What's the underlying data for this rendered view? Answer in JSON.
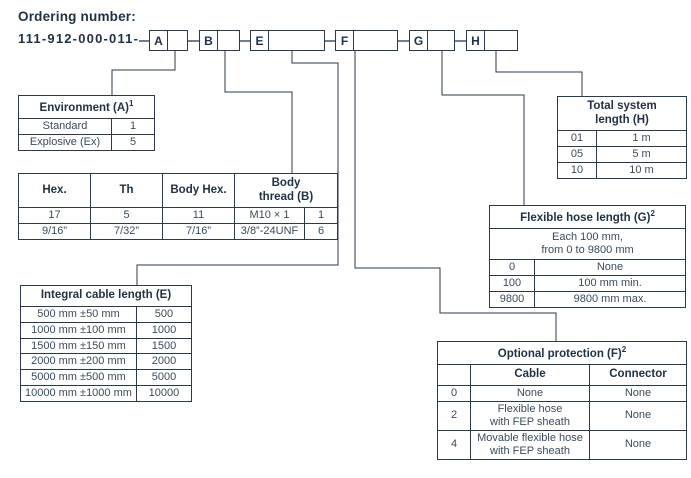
{
  "header": {
    "title": "Ordering number:",
    "code": "111-912-000-011-",
    "boxes": [
      {
        "letter": "A",
        "name": "code-box-a"
      },
      {
        "letter": "B",
        "name": "code-box-b"
      },
      {
        "letter": "E",
        "name": "code-box-e"
      },
      {
        "letter": "F",
        "name": "code-box-f"
      },
      {
        "letter": "G",
        "name": "code-box-g"
      },
      {
        "letter": "H",
        "name": "code-box-h"
      }
    ]
  },
  "environment": {
    "title": "Environment (A)",
    "footnote": "1",
    "rows": [
      {
        "label": "Standard",
        "value": "1"
      },
      {
        "label": "Explosive (Ex)",
        "value": "5"
      }
    ]
  },
  "hex": {
    "headers": [
      "Hex.",
      "Th",
      "Body Hex.",
      "Body thread (B)"
    ],
    "header_body_thread_line1": "Body",
    "header_body_thread_line2": "thread (B)",
    "rows": [
      {
        "hex": "17",
        "th": "5",
        "body_hex": "11",
        "body_thread": "M10 × 1",
        "code": "1"
      },
      {
        "hex": "9/16”",
        "th": "7/32”",
        "body_hex": "7/16”",
        "body_thread": "3/8”-24UNF",
        "code": "6"
      }
    ]
  },
  "cable": {
    "title": "Integral cable length (E)",
    "rows": [
      {
        "label": "500 mm ±50 mm",
        "value": "500"
      },
      {
        "label": "1000 mm ±100 mm",
        "value": "1000"
      },
      {
        "label": "1500 mm ±150 mm",
        "value": "1500"
      },
      {
        "label": "2000 mm ±200 mm",
        "value": "2000"
      },
      {
        "label": "5000 mm ±500 mm",
        "value": "5000"
      },
      {
        "label": "10000 mm ±1000 mm",
        "value": "10000"
      }
    ]
  },
  "total_length": {
    "title_line1": "Total system",
    "title_line2": "length (H)",
    "rows": [
      {
        "code": "01",
        "label": "1 m"
      },
      {
        "code": "05",
        "label": "5 m"
      },
      {
        "code": "10",
        "label": "10 m"
      }
    ]
  },
  "hose": {
    "title": "Flexible hose length (G)",
    "footnote": "2",
    "note_line1": "Each 100 mm,",
    "note_line2": "from 0 to 9800 mm",
    "rows": [
      {
        "code": "0",
        "label": "None"
      },
      {
        "code": "100",
        "label": "100 mm min."
      },
      {
        "code": "9800",
        "label": "9800 mm max."
      }
    ]
  },
  "protection": {
    "title": "Optional protection (F)",
    "footnote": "2",
    "col_blank": "",
    "col_cable": "Cable",
    "col_connector": "Connector",
    "rows": [
      {
        "code": "0",
        "cable": "None",
        "cable_line1": "None",
        "cable_line2": "",
        "connector": "None"
      },
      {
        "code": "2",
        "cable": "Flexible hose with FEP sheath",
        "cable_line1": "Flexible hose",
        "cable_line2": "with FEP sheath",
        "connector": "None"
      },
      {
        "code": "4",
        "cable": "Movable flexible hose with FEP sheath",
        "cable_line1": "Movable flexible hose",
        "cable_line2": "with FEP sheath",
        "connector": "None"
      }
    ]
  },
  "colors": {
    "line": "#2b3a4a",
    "text": "#3a4b5c",
    "heading": "#1f3142",
    "background": "#ffffff"
  }
}
